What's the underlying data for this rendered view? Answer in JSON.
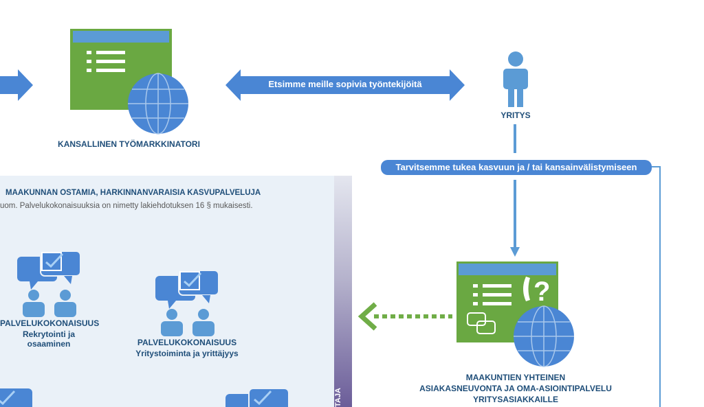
{
  "top": {
    "national_label": "KANSALLINEN TYÖMARKKINATORI",
    "arrow_text": "Etsimme meille sopivia työntekijöitä",
    "company_label": "YRITYS",
    "need_text": "Tarvitsemme tukea kasvuun ja / tai  kansainvälistymiseen"
  },
  "panel": {
    "title": "MAAKUNNAN OSTAMIA, HARKINNANVARAISIA KASVUPALVELUJA",
    "note": "uom. Palvelukokonaisuuksia on nimetty lakiehdotuksen 16 § mukaisesti.",
    "vertical_label": "TAJA",
    "services": [
      {
        "title": "PALVELUKOKONAISUUS",
        "subtitle": "Rekrytointi ja osaaminen"
      },
      {
        "title": "PALVELUKOKONAISUUS",
        "subtitle": "Yritystoiminta ja yrittäjyys"
      }
    ]
  },
  "advisory": {
    "line1": "MAAKUNTIEN YHTEINEN",
    "line2": "ASIAKASNEUVONTA JA OMA-ASIOINTIPALVELU",
    "line3": "YRITYSASIAKKAILLE"
  },
  "colors": {
    "green": "#6aa842",
    "blue": "#4a86d4",
    "dark_blue": "#1f4e79",
    "light_panel": "#eaf1f8",
    "dashed_green": "#70ad47"
  }
}
